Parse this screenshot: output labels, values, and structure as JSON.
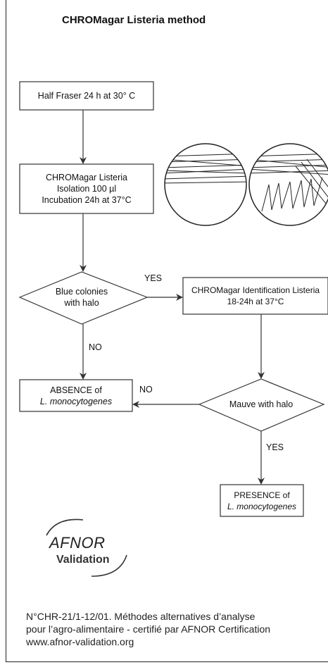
{
  "title": "CHROMagar Listeria method",
  "steps": {
    "half_fraser": "Half Fraser 24 h at 30° C",
    "chromagar_isolation": {
      "line1": "CHROMagar Listeria",
      "line2": "Isolation 100 µl",
      "line3": "Incubation 24h at 37°C"
    },
    "blue_colonies": {
      "line1": "Blue colonies",
      "line2": "with halo"
    },
    "identification": {
      "line1": "CHROMagar Identification Listeria",
      "line2": "18-24h at 37°C"
    },
    "absence": {
      "line1": "ABSENCE of",
      "line2": "L. monocytogenes"
    },
    "mauve": "Mauve with halo",
    "presence": {
      "line1": "PRESENCE of",
      "line2": "L. monocytogenes"
    }
  },
  "branch_labels": {
    "yes_1": "YES",
    "no_1": "NO",
    "no_2": "NO",
    "yes_2": "YES"
  },
  "logo": {
    "name": "AFNOR",
    "sub": "Validation"
  },
  "footer": {
    "line1": "N°CHR-21/1-12/01. Méthodes alternatives d’analyse",
    "line2": "pour l’agro-alimentaire - certifié par AFNOR Certification",
    "line3": "www.afnor-validation.org"
  }
}
